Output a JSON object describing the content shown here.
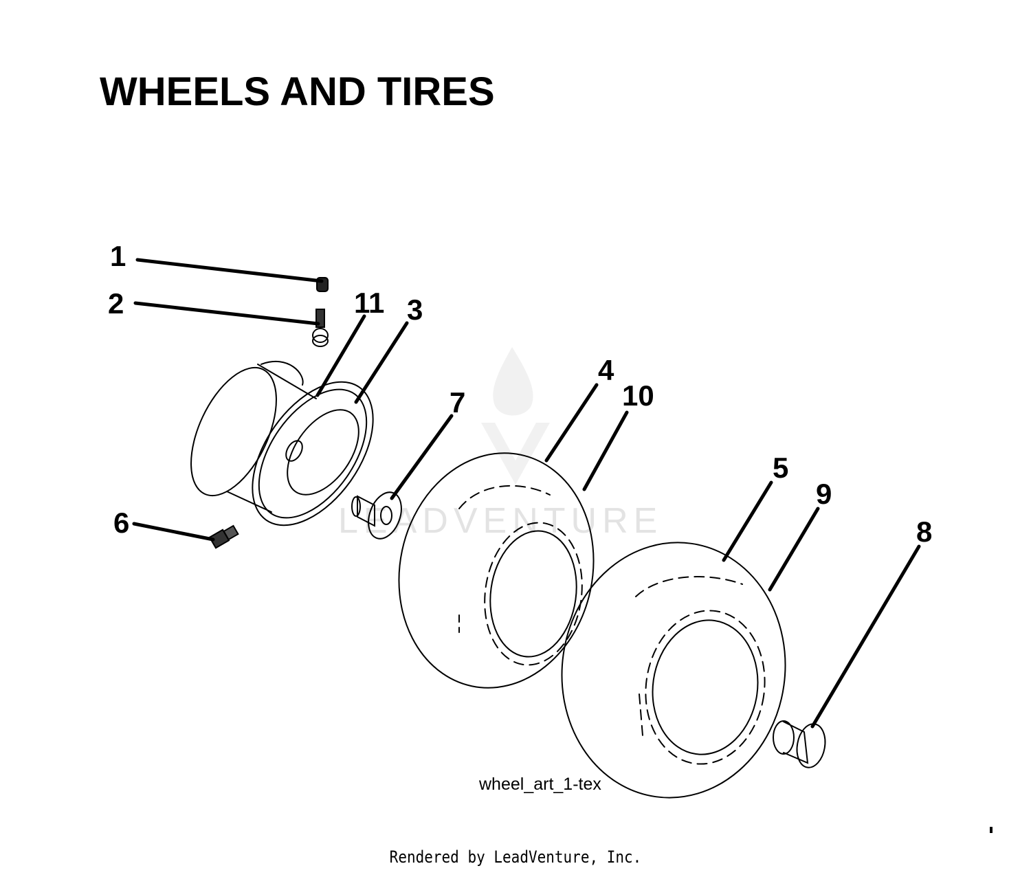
{
  "title": "WHEELS AND TIRES",
  "art_code": "wheel_art_1-tex",
  "footer": "Rendered by LeadVenture, Inc.",
  "watermark": "LEADVENTURE",
  "callouts": [
    "1",
    "2",
    "3",
    "4",
    "5",
    "6",
    "7",
    "8",
    "9",
    "10",
    "11"
  ]
}
